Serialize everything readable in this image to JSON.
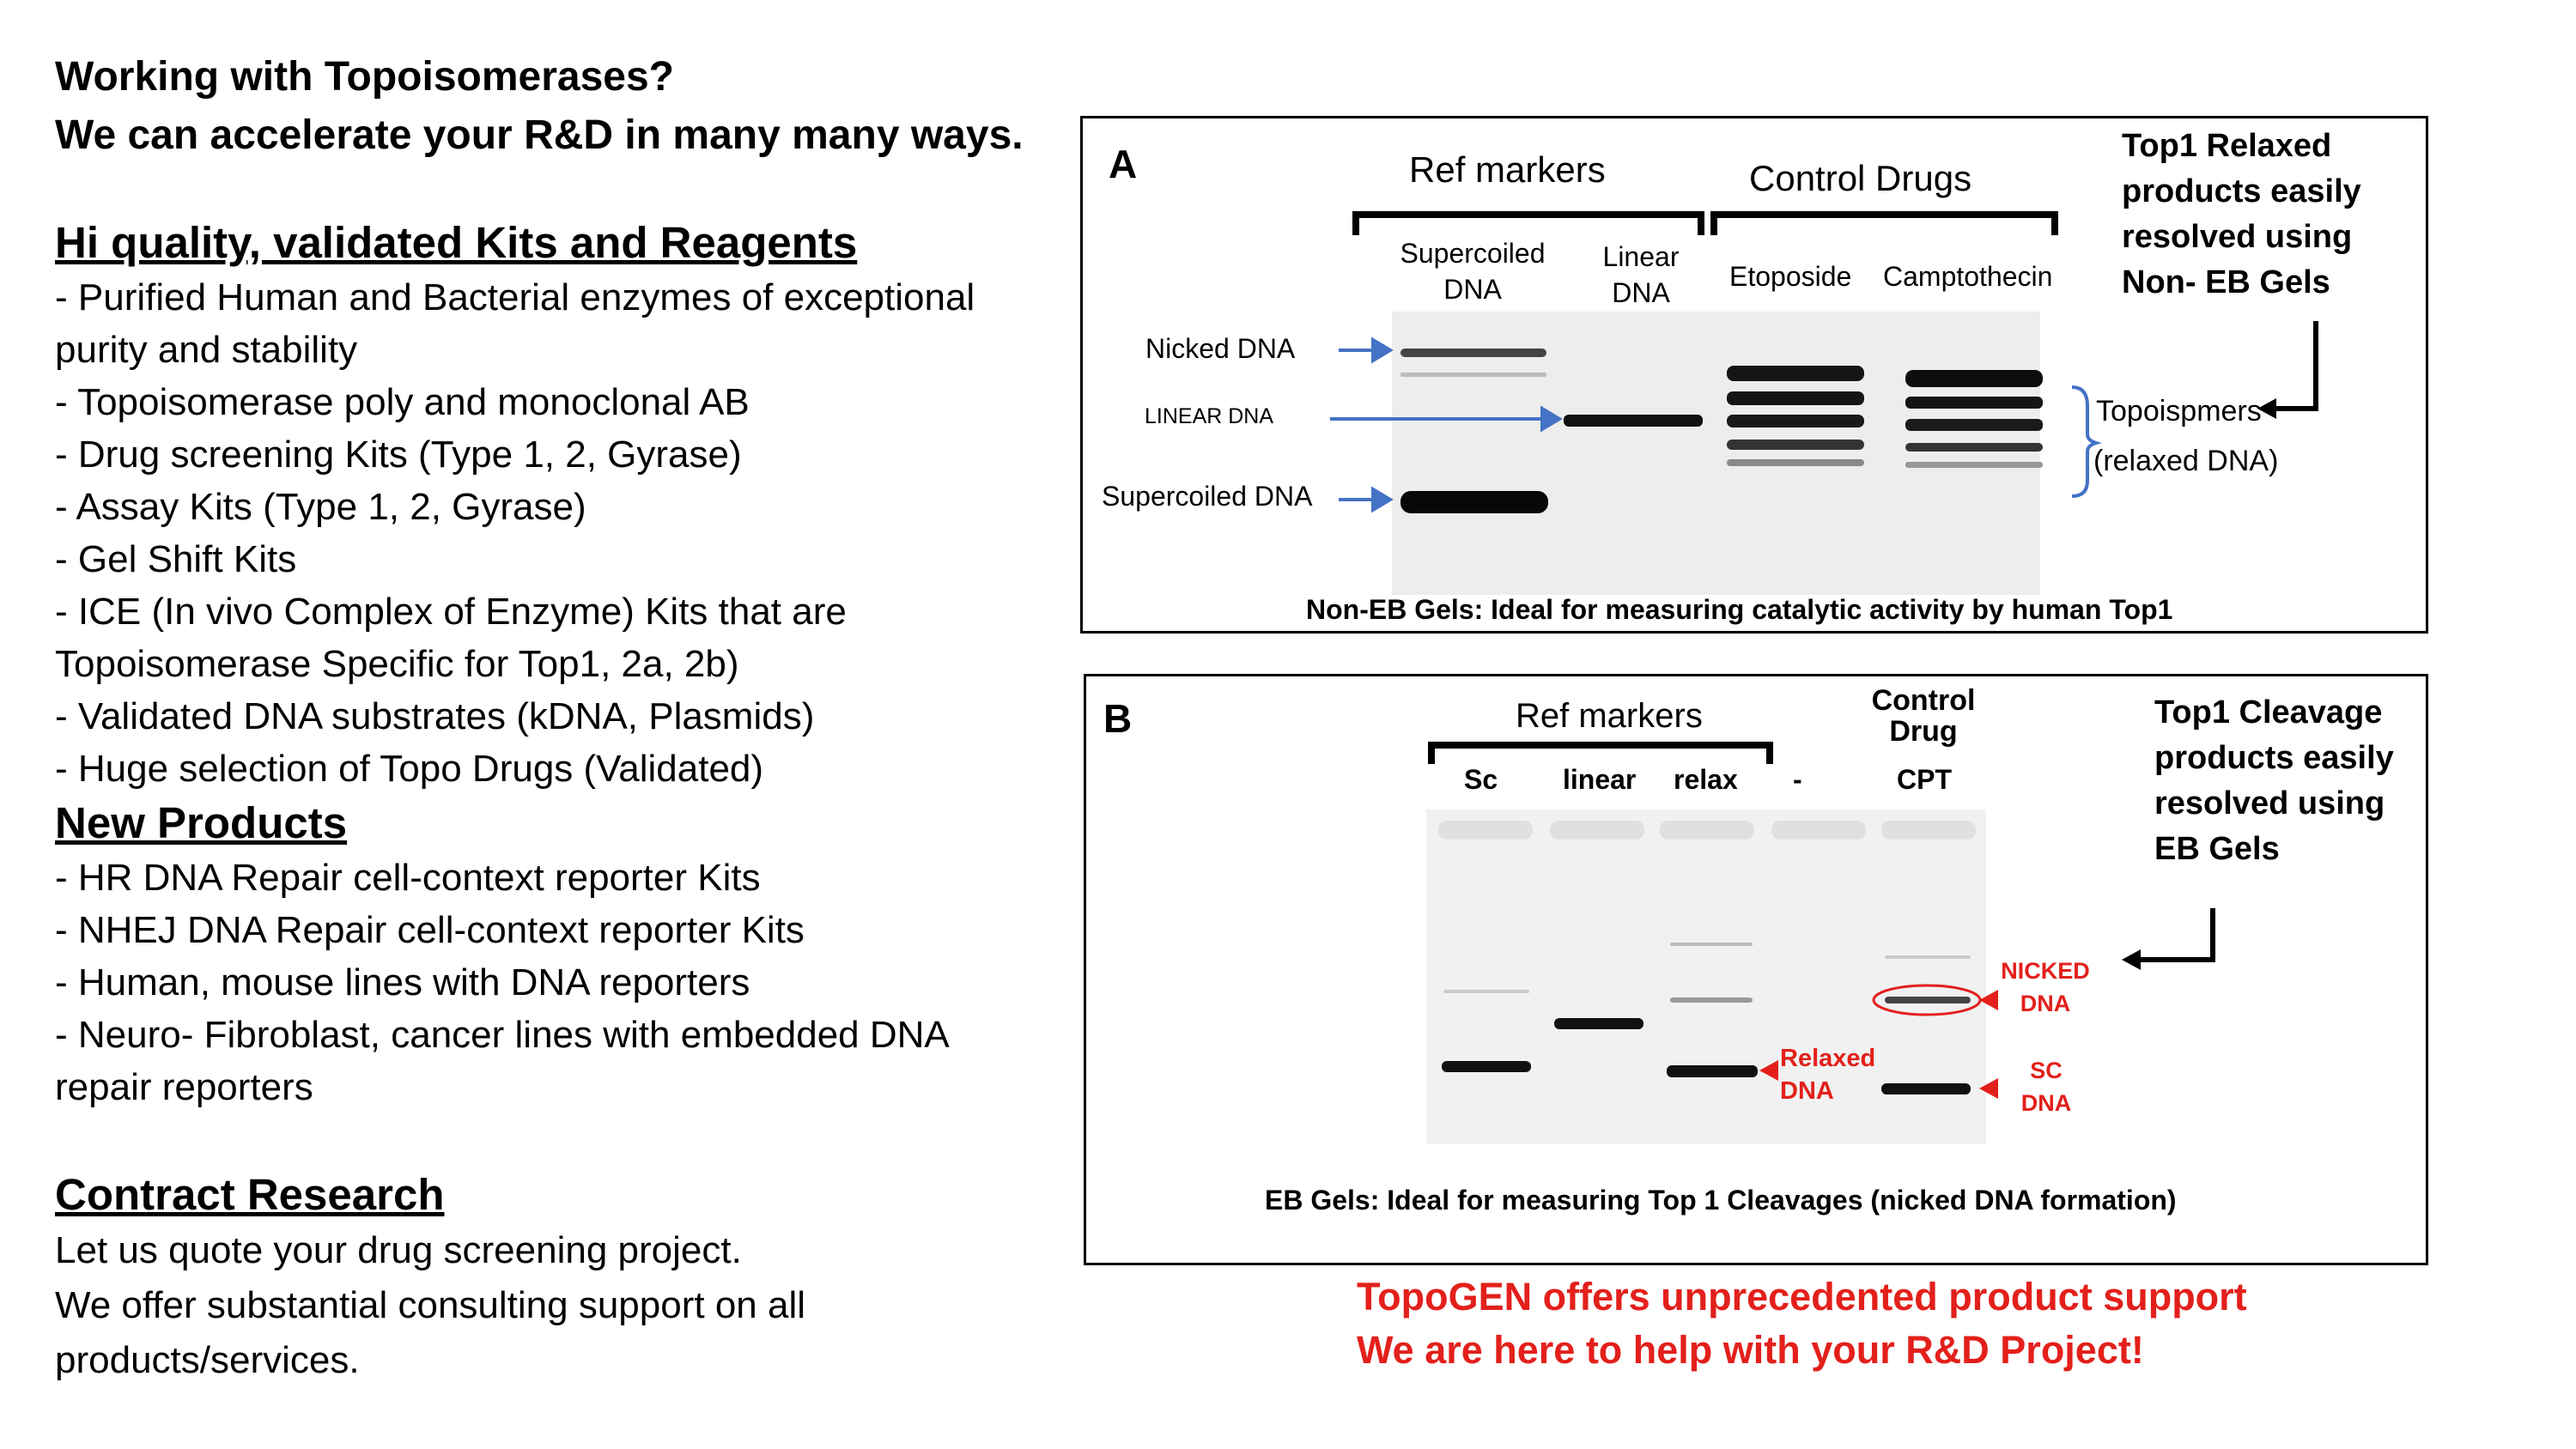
{
  "left": {
    "headline_line1": "Working with Topoisomerases?",
    "headline_line2": "We can accelerate your R&D in many many ways.",
    "kits_title": "Hi quality, validated Kits and Reagents",
    "kits_items": [
      "-  Purified Human and Bacterial enzymes of  exceptional",
      "purity and stability",
      "-  Topoisomerase poly and monoclonal AB",
      "-  Drug screening Kits (Type 1, 2, Gyrase)",
      "-  Assay Kits (Type 1, 2, Gyrase)",
      "-  Gel Shift Kits",
      "-  ICE (In vivo Complex of Enzyme) Kits that are",
      "Topoisomerase Specific for Top1, 2a, 2b)",
      "-  Validated DNA substrates (kDNA, Plasmids)",
      "-  Huge selection of Topo Drugs (Validated)"
    ],
    "new_title": "New Products",
    "new_items": [
      "-  HR DNA Repair cell-context reporter Kits",
      "-  NHEJ DNA Repair cell-context reporter Kits",
      "-  Human, mouse lines with DNA reporters",
      "-  Neuro-  Fibroblast, cancer lines with embedded DNA",
      "repair reporters"
    ],
    "contract_title": "Contract Research",
    "contract_lines": [
      "Let us quote your drug screening project.",
      "We offer substantial consulting support on all",
      "products/services."
    ]
  },
  "panel_a": {
    "letter": "A",
    "ref_markers": "Ref markers",
    "control_drugs": "Control Drugs",
    "lane1_line1": "Supercoiled",
    "lane1_line2": "DNA",
    "lane2_line1": "Linear",
    "lane2_line2": "DNA",
    "lane3": "Etoposide",
    "lane4": "Camptothecin",
    "nicked": "Nicked DNA",
    "linear": "LINEAR DNA",
    "supercoiled": "Supercoiled DNA",
    "topo_line1": "Topoispmers",
    "topo_line2": "(relaxed DNA)",
    "note_lines": [
      "Top1 Relaxed",
      "products easily",
      "resolved using",
      "Non- EB Gels"
    ],
    "caption": "Non-EB Gels:  Ideal for measuring catalytic activity by human Top1"
  },
  "panel_b": {
    "letter": "B",
    "ref_markers": "Ref markers",
    "control_line1": "Control",
    "control_line2": "Drug",
    "lane1": "Sc",
    "lane2": "linear",
    "lane3": "relax",
    "lane4": "-",
    "lane5": "CPT",
    "relaxed_line1": "Relaxed",
    "relaxed_line2": "DNA",
    "nicked_line1": "NICKED",
    "nicked_line2": "DNA",
    "sc_line1": "SC",
    "sc_line2": "DNA",
    "note_lines": [
      "Top1 Cleavage",
      "products easily",
      "resolved using",
      "EB Gels"
    ],
    "caption": "EB Gels:  Ideal for measuring Top 1 Cleavages (nicked DNA formation)"
  },
  "footer": {
    "line1": "TopoGEN offers unprecedented product support",
    "line2": "We are here to help with your R&D Project!"
  },
  "colors": {
    "accent_red": "#e3201b",
    "arrow_blue": "#4472c4"
  }
}
